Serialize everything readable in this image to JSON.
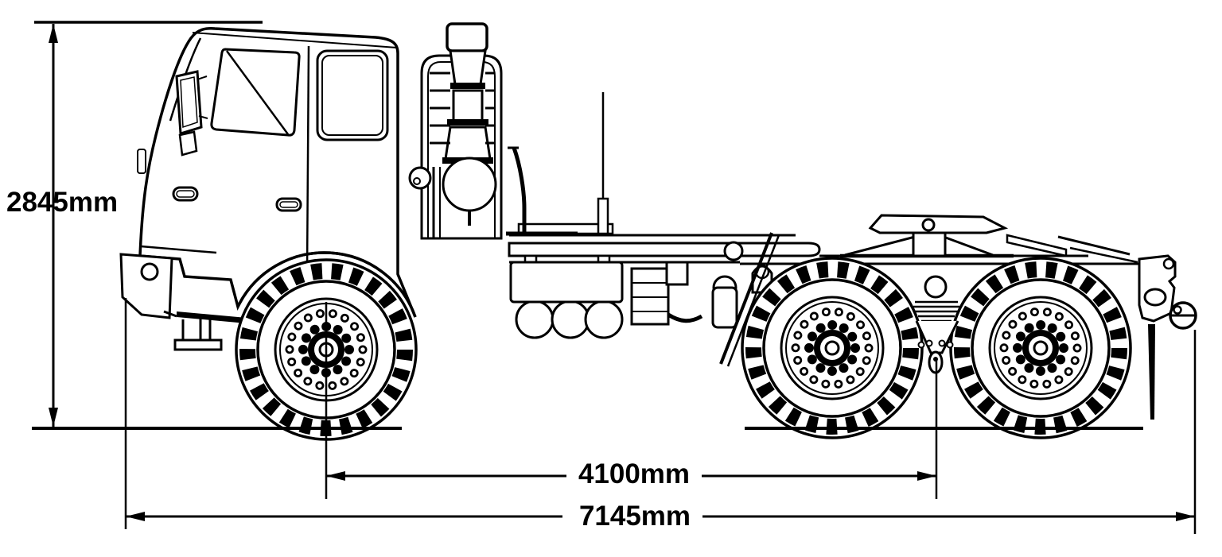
{
  "blueprint": {
    "background_color": "#ffffff",
    "line_color": "#000000",
    "subject": "truck-side-elevation",
    "dimensions": {
      "height_label": "2845mm",
      "wheelbase_label": "4100mm",
      "overall_length_label": "7145mm"
    }
  }
}
